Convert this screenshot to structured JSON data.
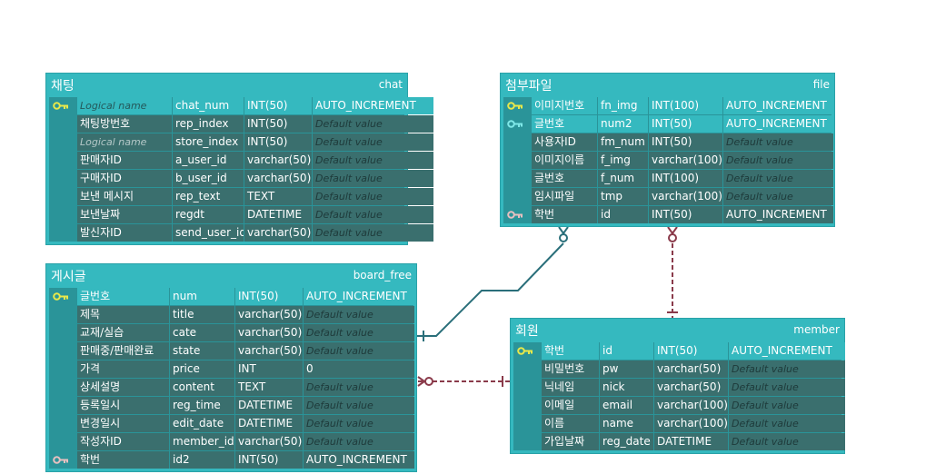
{
  "entities": {
    "chat": {
      "logical_name": "채팅",
      "physical_name": "chat",
      "rows": [
        {
          "key": "pk",
          "logical": "Logical name",
          "logical_placeholder": true,
          "physical": "chat_num",
          "type": "INT(50)",
          "extra": "AUTO_INCREMENT"
        },
        {
          "key": "",
          "logical": "채팅방번호",
          "physical": "rep_index",
          "type": "INT(50)",
          "extra": "Default value",
          "extra_placeholder": true
        },
        {
          "key": "",
          "logical": "Logical name",
          "logical_placeholder": true,
          "physical": "store_index",
          "type": "INT(50)",
          "extra": "Default value",
          "extra_placeholder": true
        },
        {
          "key": "",
          "logical": "판매자ID",
          "physical": "a_user_id",
          "type": "varchar(50)",
          "extra": "Default value",
          "extra_placeholder": true
        },
        {
          "key": "",
          "logical": "구매자ID",
          "physical": "b_user_id",
          "type": "varchar(50)",
          "extra": "Default value",
          "extra_placeholder": true
        },
        {
          "key": "",
          "logical": "보낸 메시지",
          "physical": "rep_text",
          "type": "TEXT",
          "extra": "Default value",
          "extra_placeholder": true
        },
        {
          "key": "",
          "logical": "보낸날짜",
          "physical": "regdt",
          "type": "DATETIME",
          "extra": "Default value",
          "extra_placeholder": true
        },
        {
          "key": "",
          "logical": "발신자ID",
          "physical": "send_user_id",
          "type": "varchar(50)",
          "extra": "Default value",
          "extra_placeholder": true
        }
      ]
    },
    "file": {
      "logical_name": "첨부파일",
      "physical_name": "file",
      "rows": [
        {
          "key": "pk",
          "logical": "이미지번호",
          "physical": "fn_img",
          "type": "INT(100)",
          "extra": "AUTO_INCREMENT"
        },
        {
          "key": "pk2",
          "logical": "글번호",
          "physical": "num2",
          "type": "INT(50)",
          "extra": "AUTO_INCREMENT"
        },
        {
          "key": "",
          "logical": "사용자ID",
          "physical": "fm_num",
          "type": "INT(50)",
          "extra": "Default value",
          "extra_placeholder": true
        },
        {
          "key": "",
          "logical": "이미지이름",
          "physical": "f_img",
          "type": "varchar(100)",
          "extra": "Default value",
          "extra_placeholder": true
        },
        {
          "key": "",
          "logical": "글번호",
          "physical": "f_num",
          "type": "INT(100)",
          "extra": "Default value",
          "extra_placeholder": true
        },
        {
          "key": "",
          "logical": "임시파일",
          "physical": "tmp",
          "type": "varchar(100)",
          "extra": "Default value",
          "extra_placeholder": true
        },
        {
          "key": "fk",
          "logical": "학번",
          "physical": "id",
          "type": "INT(50)",
          "extra": "AUTO_INCREMENT"
        }
      ]
    },
    "board_free": {
      "logical_name": "게시글",
      "physical_name": "board_free",
      "rows": [
        {
          "key": "pk",
          "logical": "글번호",
          "physical": "num",
          "type": "INT(50)",
          "extra": "AUTO_INCREMENT"
        },
        {
          "key": "",
          "logical": "제목",
          "physical": "title",
          "type": "varchar(50)",
          "extra": "Default value",
          "extra_placeholder": true
        },
        {
          "key": "",
          "logical": "교재/실습",
          "physical": "cate",
          "type": "varchar(50)",
          "extra": "Default value",
          "extra_placeholder": true
        },
        {
          "key": "",
          "logical": "판매중/판매완료",
          "physical": "state",
          "type": "varchar(50)",
          "extra": "Default value",
          "extra_placeholder": true
        },
        {
          "key": "",
          "logical": "가격",
          "physical": "price",
          "type": "INT",
          "extra": "0"
        },
        {
          "key": "",
          "logical": "상세설명",
          "physical": "content",
          "type": "TEXT",
          "extra": "Default value",
          "extra_placeholder": true
        },
        {
          "key": "",
          "logical": "등록일시",
          "physical": "reg_time",
          "type": "DATETIME",
          "extra": "Default value",
          "extra_placeholder": true
        },
        {
          "key": "",
          "logical": "변경일시",
          "physical": "edit_date",
          "type": "DATETIME",
          "extra": "Default value",
          "extra_placeholder": true
        },
        {
          "key": "",
          "logical": "작성자ID",
          "physical": "member_id",
          "type": "varchar(50)",
          "extra": "Default value",
          "extra_placeholder": true
        },
        {
          "key": "fk",
          "logical": "학번",
          "physical": "id2",
          "type": "INT(50)",
          "extra": "AUTO_INCREMENT"
        }
      ]
    },
    "member": {
      "logical_name": "회원",
      "physical_name": "member",
      "rows": [
        {
          "key": "pk",
          "logical": "학번",
          "physical": "id",
          "type": "INT(50)",
          "extra": "AUTO_INCREMENT"
        },
        {
          "key": "",
          "logical": "비밀번호",
          "physical": "pw",
          "type": "varchar(50)",
          "extra": "Default value",
          "extra_placeholder": true
        },
        {
          "key": "",
          "logical": "닉네임",
          "physical": "nick",
          "type": "varchar(50)",
          "extra": "Default value",
          "extra_placeholder": true
        },
        {
          "key": "",
          "logical": "이메일",
          "physical": "email",
          "type": "varchar(100)",
          "extra": "Default value",
          "extra_placeholder": true
        },
        {
          "key": "",
          "logical": "이름",
          "physical": "name",
          "type": "varchar(100)",
          "extra": "Default value",
          "extra_placeholder": true
        },
        {
          "key": "",
          "logical": "가입날짜",
          "physical": "reg_date",
          "type": "DATETIME",
          "extra": "Default value",
          "extra_placeholder": true
        }
      ]
    }
  },
  "colors": {
    "header": "#35b9bf",
    "row": "#3a6f6e",
    "pk_key": "#e8e84a",
    "pk2_key": "#7fe8e8",
    "fk_key": "#e8c0c0",
    "identifying_line": "#2a6f7a",
    "non_identifying_line": "#8a3a4a"
  }
}
